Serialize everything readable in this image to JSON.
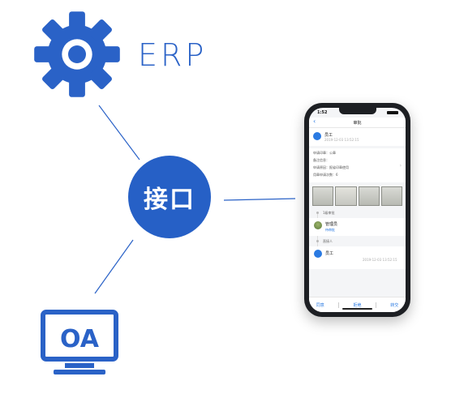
{
  "erp": {
    "label": "ERP",
    "icon": "gear-icon",
    "color": "#2a62c7"
  },
  "hub": {
    "label": "接口",
    "color": "#2660c6"
  },
  "oa": {
    "label": "OA",
    "icon": "monitor-icon"
  },
  "phone": {
    "status_time": "1:52",
    "title": "审批",
    "applicant": {
      "name": "员工",
      "time": "2019-12-03 13:52:15"
    },
    "fields": [
      {
        "label": "申请印章：",
        "value": "公章"
      },
      {
        "label": "备注信息：",
        "value": ""
      },
      {
        "label": "申请原因：",
        "value": "报省印章使用"
      },
      {
        "label": "用章申请次数：",
        "value": "6"
      }
    ],
    "steps": {
      "step1": "1级审批",
      "approver_name": "管理员",
      "approver_status": "待审批",
      "cc": "直接人",
      "final_name": "员工",
      "final_time": "2019-12-03 13:52:15"
    },
    "toolbar": {
      "agree": "同意",
      "reject": "拒绝",
      "transfer": "转交"
    }
  }
}
